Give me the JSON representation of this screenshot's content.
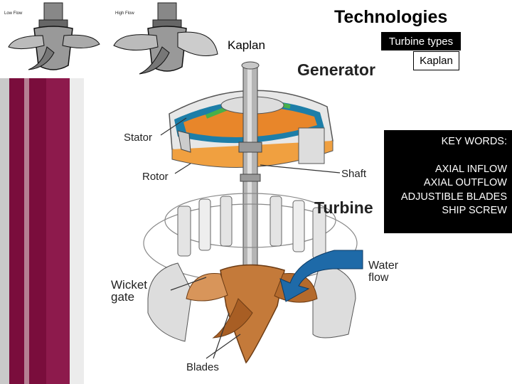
{
  "header": {
    "title": "Technologies",
    "subtitle": "Kaplan"
  },
  "nav": {
    "turbine_types": "Turbine types",
    "kaplan": "Kaplan"
  },
  "top_photo": {
    "left_caption": "Low Flow",
    "right_caption": "High Flow"
  },
  "diagram": {
    "generator": "Generator",
    "stator": "Stator",
    "rotor": "Rotor",
    "shaft": "Shaft",
    "turbine": "Turbine",
    "water_flow_line1": "Water",
    "water_flow_line2": "flow",
    "wicket_gate_line1": "Wicket",
    "wicket_gate_line2": "gate",
    "blades": "Blades"
  },
  "keywords": {
    "heading": "KEY WORDS:",
    "items": [
      "AXIAL INFLOW",
      "AXIAL OUTFLOW",
      "ADJUSTIBLE BLADES",
      "SHIP SCREW"
    ]
  },
  "colors": {
    "bar_maroon": "#7a0d3c",
    "bar_gray": "#c8c8c8",
    "water_blue": "#1e6aa8",
    "runner_bronze": "#c47a3a",
    "generator_orange": "#e8862a"
  }
}
